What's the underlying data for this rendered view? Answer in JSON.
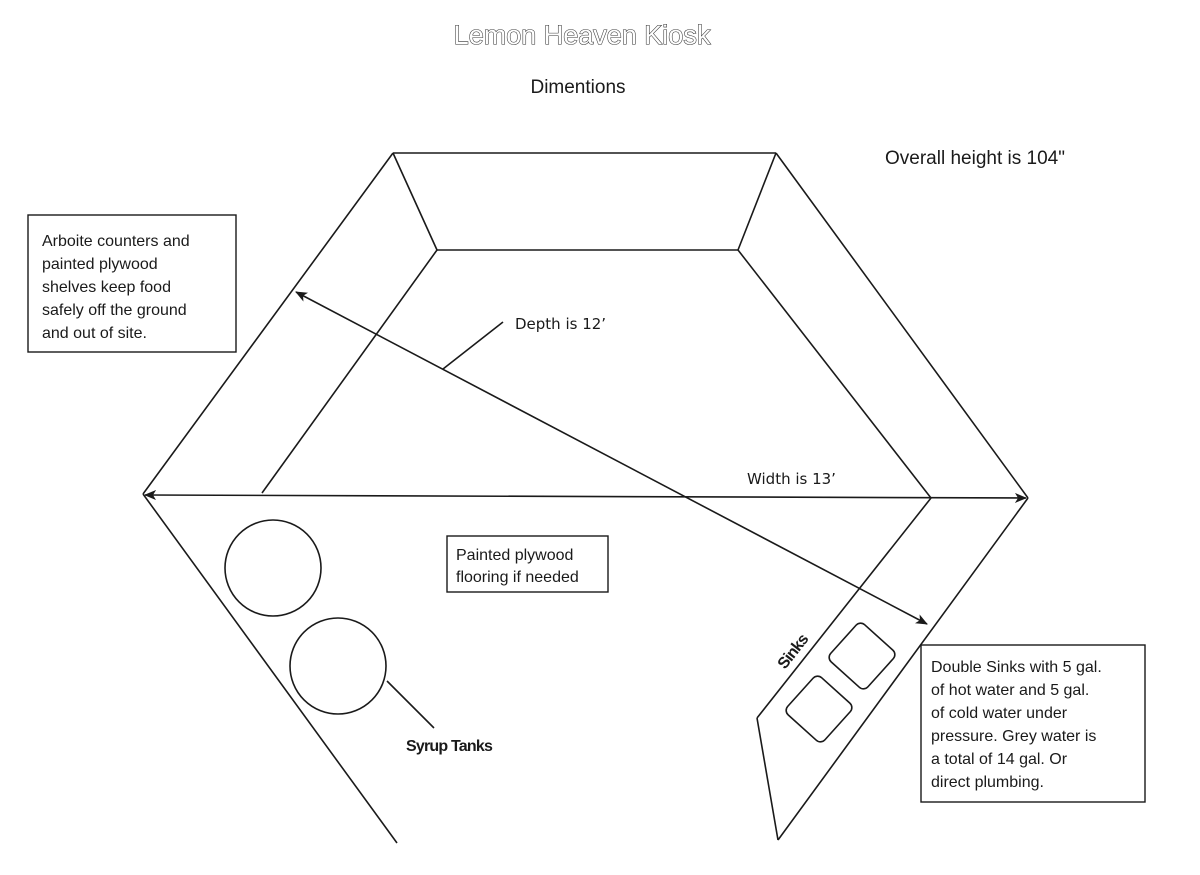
{
  "header": {
    "title": "Lemon Heaven Kiosk",
    "subtitle": "Dimentions"
  },
  "notes": {
    "overall_height": "Overall height is 104\"",
    "counters": [
      "Arboite counters and",
      "painted plywood",
      "shelves keep food",
      "safely off the ground",
      "and out of site."
    ],
    "flooring": [
      "Painted plywood",
      "flooring if needed"
    ],
    "sinks_detail": [
      "Double Sinks with 5 gal.",
      "of hot water and 5 gal.",
      "of cold water under",
      "pressure. Grey water is",
      "a total of 14 gal. Or",
      "direct plumbing."
    ]
  },
  "dimensions": {
    "depth": "Depth is 12’",
    "width": "Width is 13’"
  },
  "labels": {
    "sinks": "Sinks",
    "syrup_tanks": "Syrup Tanks"
  },
  "components": {
    "syrup_tank_count": 2,
    "sink_count": 2
  }
}
